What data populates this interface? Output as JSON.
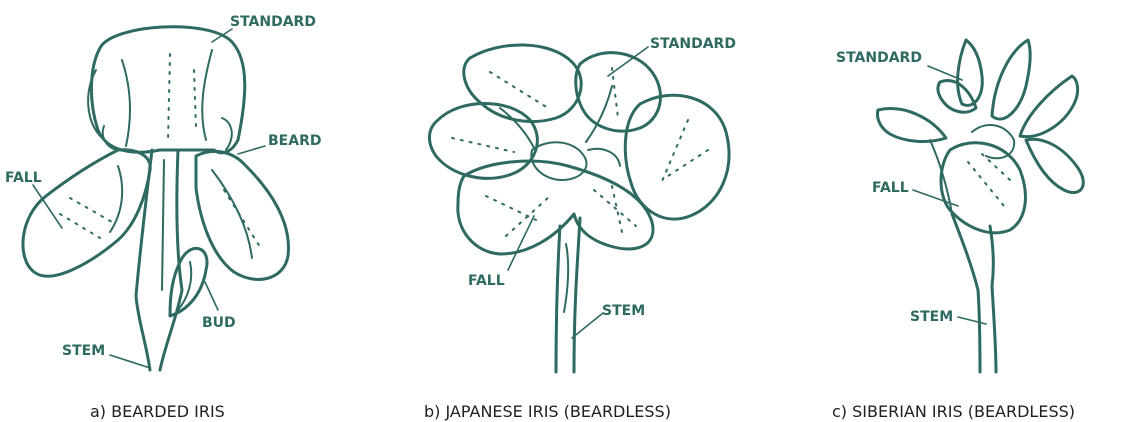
{
  "colors": {
    "ink": "#2e6a62",
    "caption": "#1f1f1f",
    "background": "#ffffff"
  },
  "panels": [
    {
      "caption": "a) BEARDED IRIS",
      "labels": {
        "standard": "STANDARD",
        "beard": "BEARD",
        "fall": "FALL",
        "bud": "BUD",
        "stem": "STEM"
      }
    },
    {
      "caption": "b) JAPANESE IRIS (BEARDLESS)",
      "labels": {
        "standard": "STANDARD",
        "fall": "FALL",
        "stem": "STEM"
      }
    },
    {
      "caption": "c) SIBERIAN IRIS (BEARDLESS)",
      "labels": {
        "standard": "STANDARD",
        "fall": "FALL",
        "stem": "STEM"
      }
    }
  ]
}
